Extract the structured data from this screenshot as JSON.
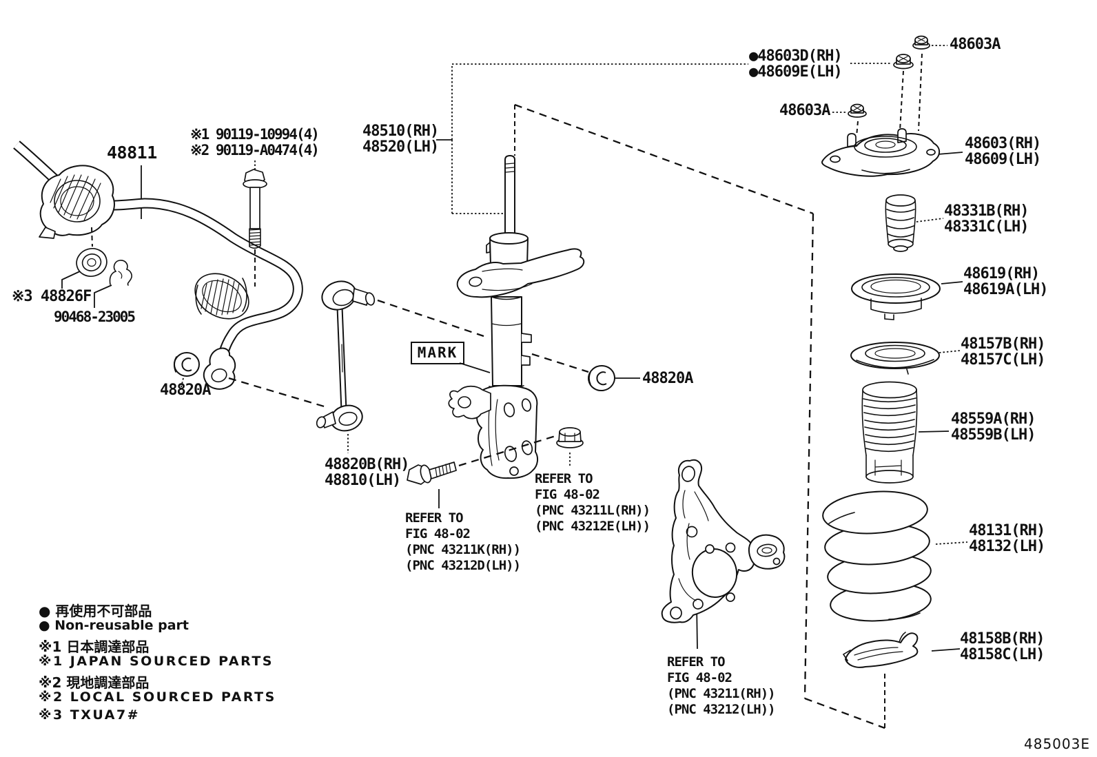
{
  "figure": {
    "code": "485003E"
  },
  "labels": {
    "strut": [
      "48510(RH)",
      "48520(LH)"
    ],
    "support_sub": [
      "●48603D(RH)",
      "●48609E(LH)"
    ],
    "nut_top": "48603A",
    "nut_left": "48603A",
    "support": [
      "48603(RH)",
      "48609(LH)"
    ],
    "bump_stopper": [
      "48331B(RH)",
      "48331C(LH)"
    ],
    "seat_upper": [
      "48619(RH)",
      "48619A(LH)"
    ],
    "insulator_upper": [
      "48157B(RH)",
      "48157C(LH)"
    ],
    "dust_cover": [
      "48559A(RH)",
      "48559B(LH)"
    ],
    "coil_spring": [
      "48131(RH)",
      "48132(LH)"
    ],
    "insulator_lower": [
      "48158B(RH)",
      "48158C(LH)"
    ],
    "bolts": [
      "※1 90119-10994(4)",
      "※2 90119-A0474(4)"
    ],
    "stabilizer_bar": "48811",
    "bush_retainer": "※3 48826F",
    "clip": "90468-23005",
    "bush_front": "48820A",
    "nut_link": "48820A",
    "link": [
      "48820B(RH)",
      "48810(LH)"
    ],
    "mark": "MARK",
    "refer_strut_lower": [
      "REFER TO",
      "FIG 48-02",
      "(PNC 43211K(RH))",
      "(PNC 43212D(LH))"
    ],
    "refer_strut_upper": [
      "REFER TO",
      "FIG 48-02",
      "(PNC 43211L(RH))",
      "(PNC 43212E(LH))"
    ],
    "refer_knuckle": [
      "REFER TO",
      "FIG 48-02",
      "(PNC 43211(RH))",
      "(PNC 43212(LH))"
    ]
  },
  "legend": [
    "● 再使用不可部品",
    "● Non-reusable part",
    "※1 日本調達部品",
    "※1 JAPAN SOURCED PARTS",
    "※2 現地調達部品",
    "※2 LOCAL SOURCED PARTS",
    "※3 TXUA7#"
  ]
}
